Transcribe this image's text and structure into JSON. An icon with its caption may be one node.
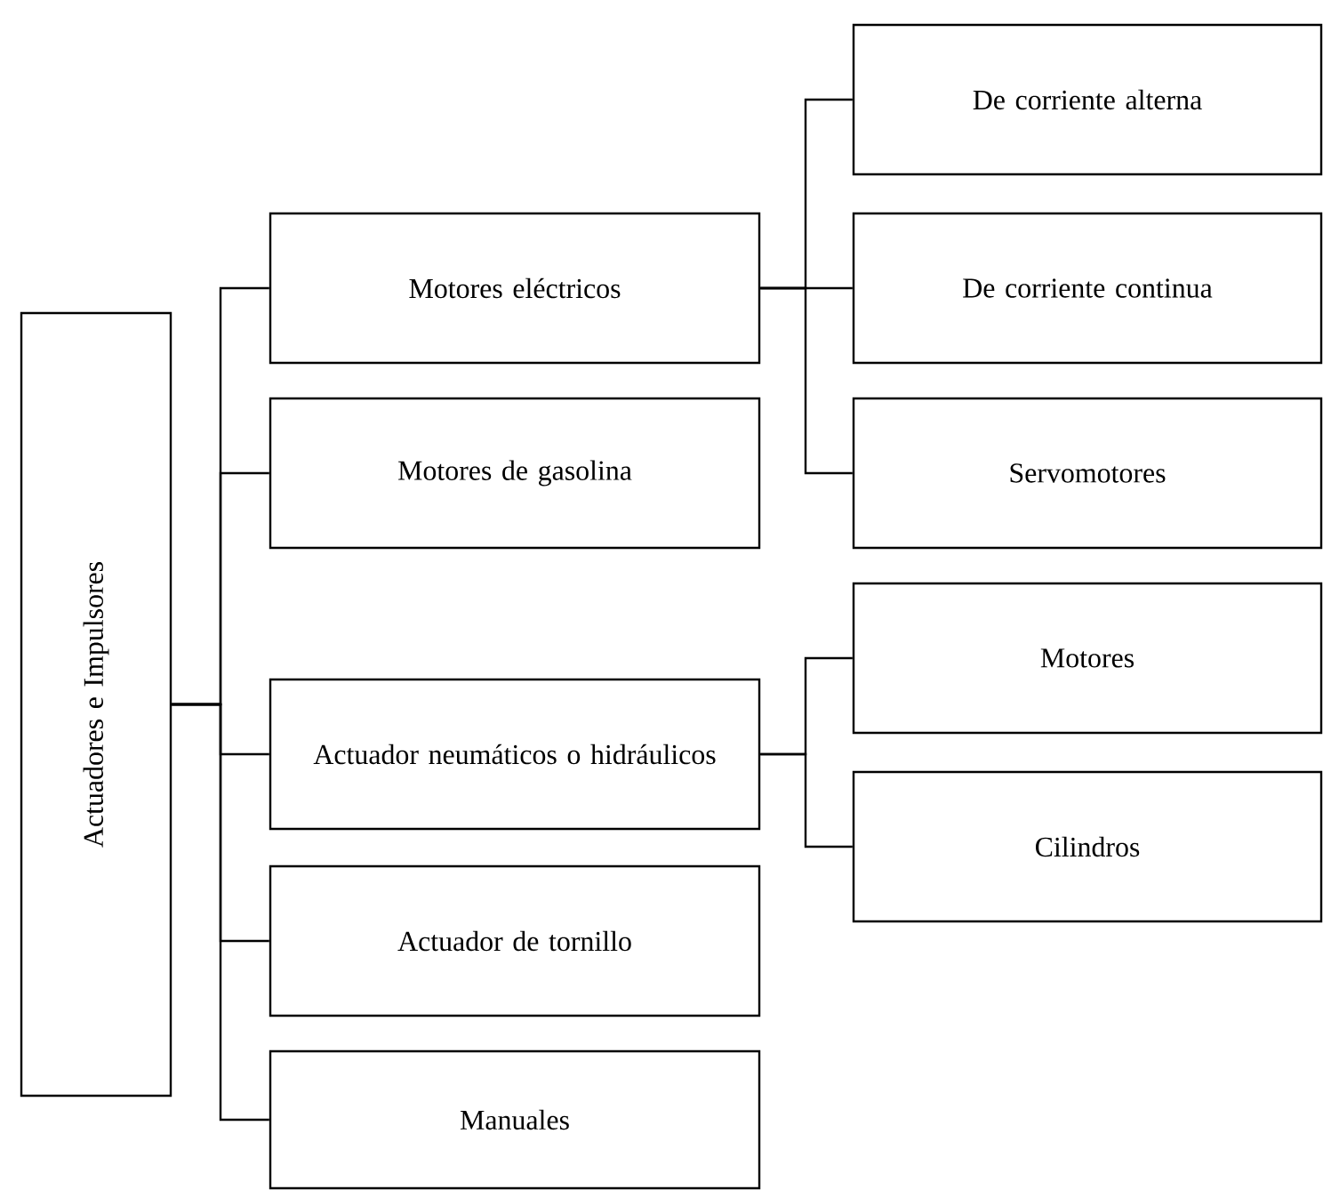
{
  "diagram": {
    "nodes": [
      {
        "text": [
          "Actuadores e Impulsores"
        ]
      },
      {
        "text": [
          "Motores eléctricos"
        ]
      },
      {
        "text": [
          "Motores de gasolina"
        ]
      },
      {
        "text": [
          "Actuador neumáticos o hidráulicos"
        ]
      },
      {
        "text": [
          "Actuador de tornillo"
        ]
      },
      {
        "text": [
          "Manuales"
        ]
      },
      {
        "text": [
          "De corriente alterna"
        ]
      },
      {
        "text": [
          "De corriente continua"
        ]
      },
      {
        "text": [
          "Servomotores"
        ]
      },
      {
        "text": [
          "Motores"
        ]
      },
      {
        "text": [
          "Cilindros"
        ]
      }
    ],
    "edges": [
      {
        "from": 0,
        "to": 1,
        "arrow": "none"
      },
      {
        "from": 0,
        "to": 2,
        "arrow": "none"
      },
      {
        "from": 0,
        "to": 3,
        "arrow": "none"
      },
      {
        "from": 0,
        "to": 4,
        "arrow": "none"
      },
      {
        "from": 0,
        "to": 5,
        "arrow": "none"
      },
      {
        "from": 1,
        "to": 6,
        "arrow": "none"
      },
      {
        "from": 1,
        "to": 7,
        "arrow": "none"
      },
      {
        "from": 1,
        "to": 8,
        "arrow": "none"
      },
      {
        "from": 3,
        "to": 9,
        "arrow": "none"
      },
      {
        "from": 3,
        "to": 10,
        "arrow": "none"
      }
    ]
  }
}
